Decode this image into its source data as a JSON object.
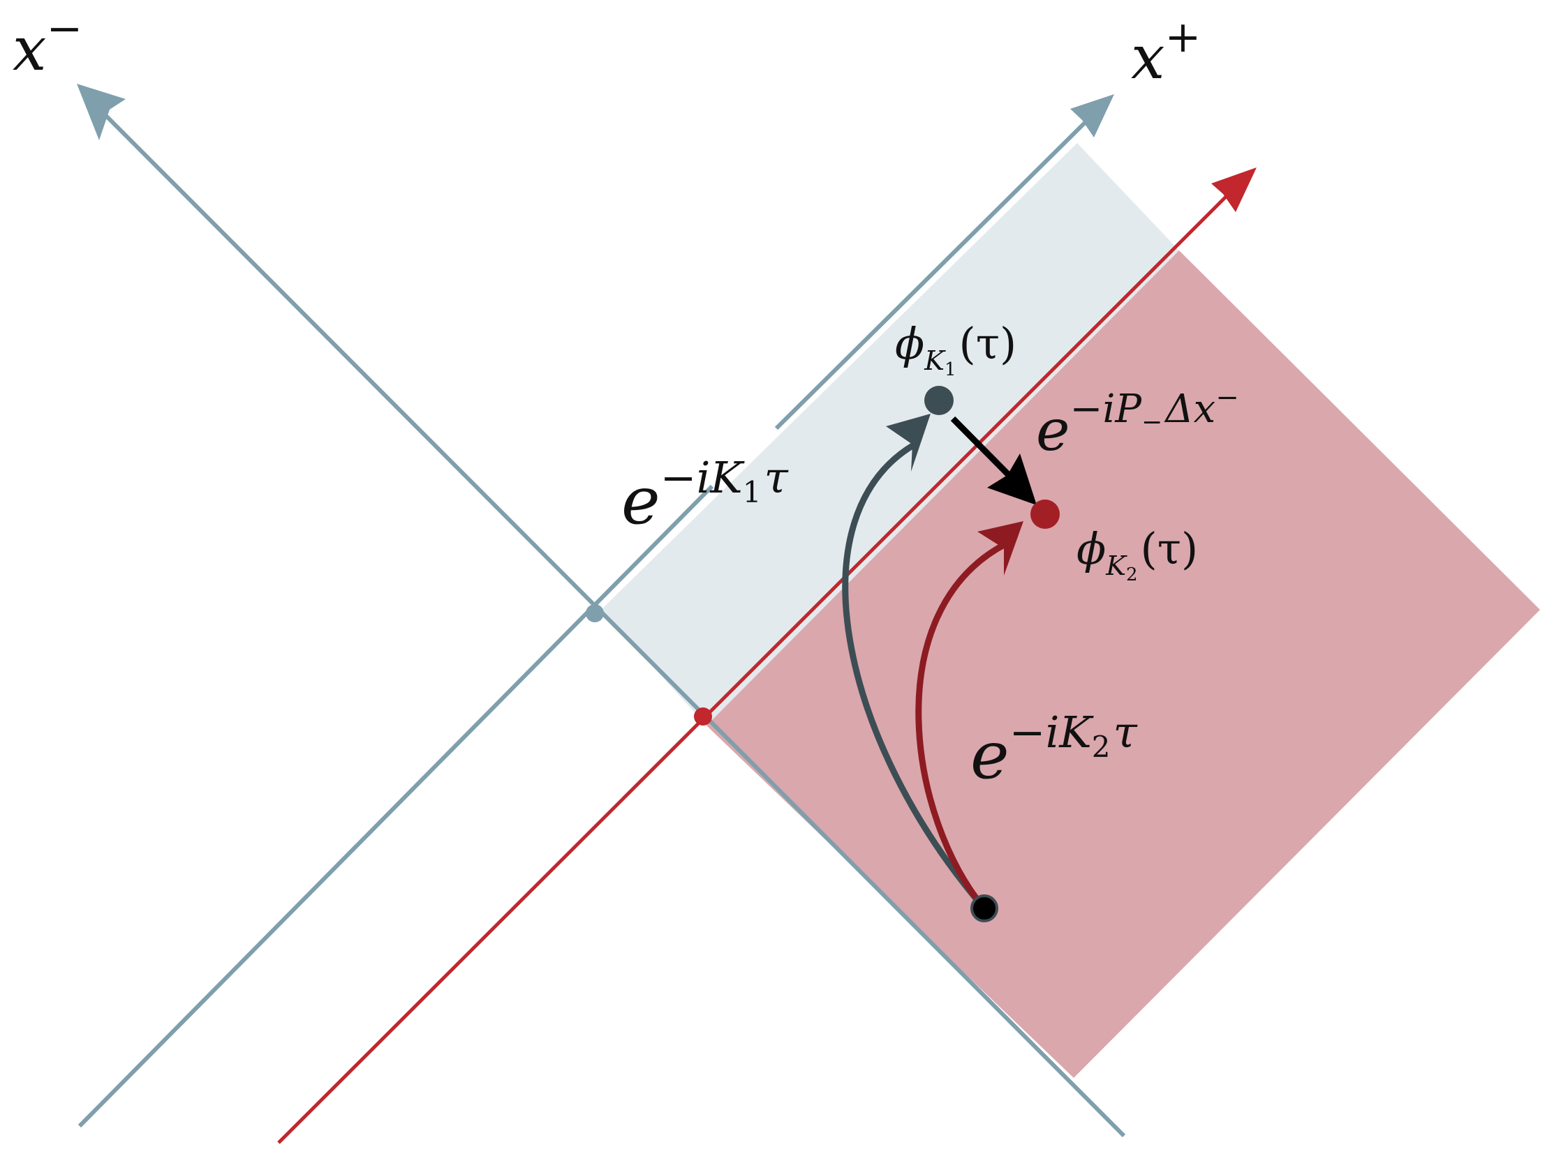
{
  "axes": {
    "x_minus": {
      "base": "x",
      "sup": "−"
    },
    "x_plus": {
      "base": "x",
      "sup": "+"
    }
  },
  "labels": {
    "phi_k1": {
      "base": "ϕ",
      "sub": "K",
      "subsub": "1",
      "arg": "(τ)"
    },
    "phi_k2": {
      "base": "ϕ",
      "sub": "K",
      "subsub": "2",
      "arg": "(τ)"
    },
    "translation": {
      "base": "e",
      "sup": "−iP",
      "supsub": "−",
      "suptail": "Δx",
      "suptailsup": "−"
    },
    "evolve_k1": {
      "base": "e",
      "sup": "−iK",
      "supsub": "1",
      "suptail": "τ"
    },
    "evolve_k2": {
      "base": "e",
      "sup": "−iK",
      "supsub": "2",
      "suptail": "τ"
    }
  },
  "colors": {
    "blue_axis": "#7f9fac",
    "red_axis": "#c1272d",
    "blue_region": "#e3eaed",
    "red_region": "#daa7ac",
    "dark_arrow": "#3d4d54",
    "red_arrow": "#8e1b22",
    "black": "#000000"
  }
}
